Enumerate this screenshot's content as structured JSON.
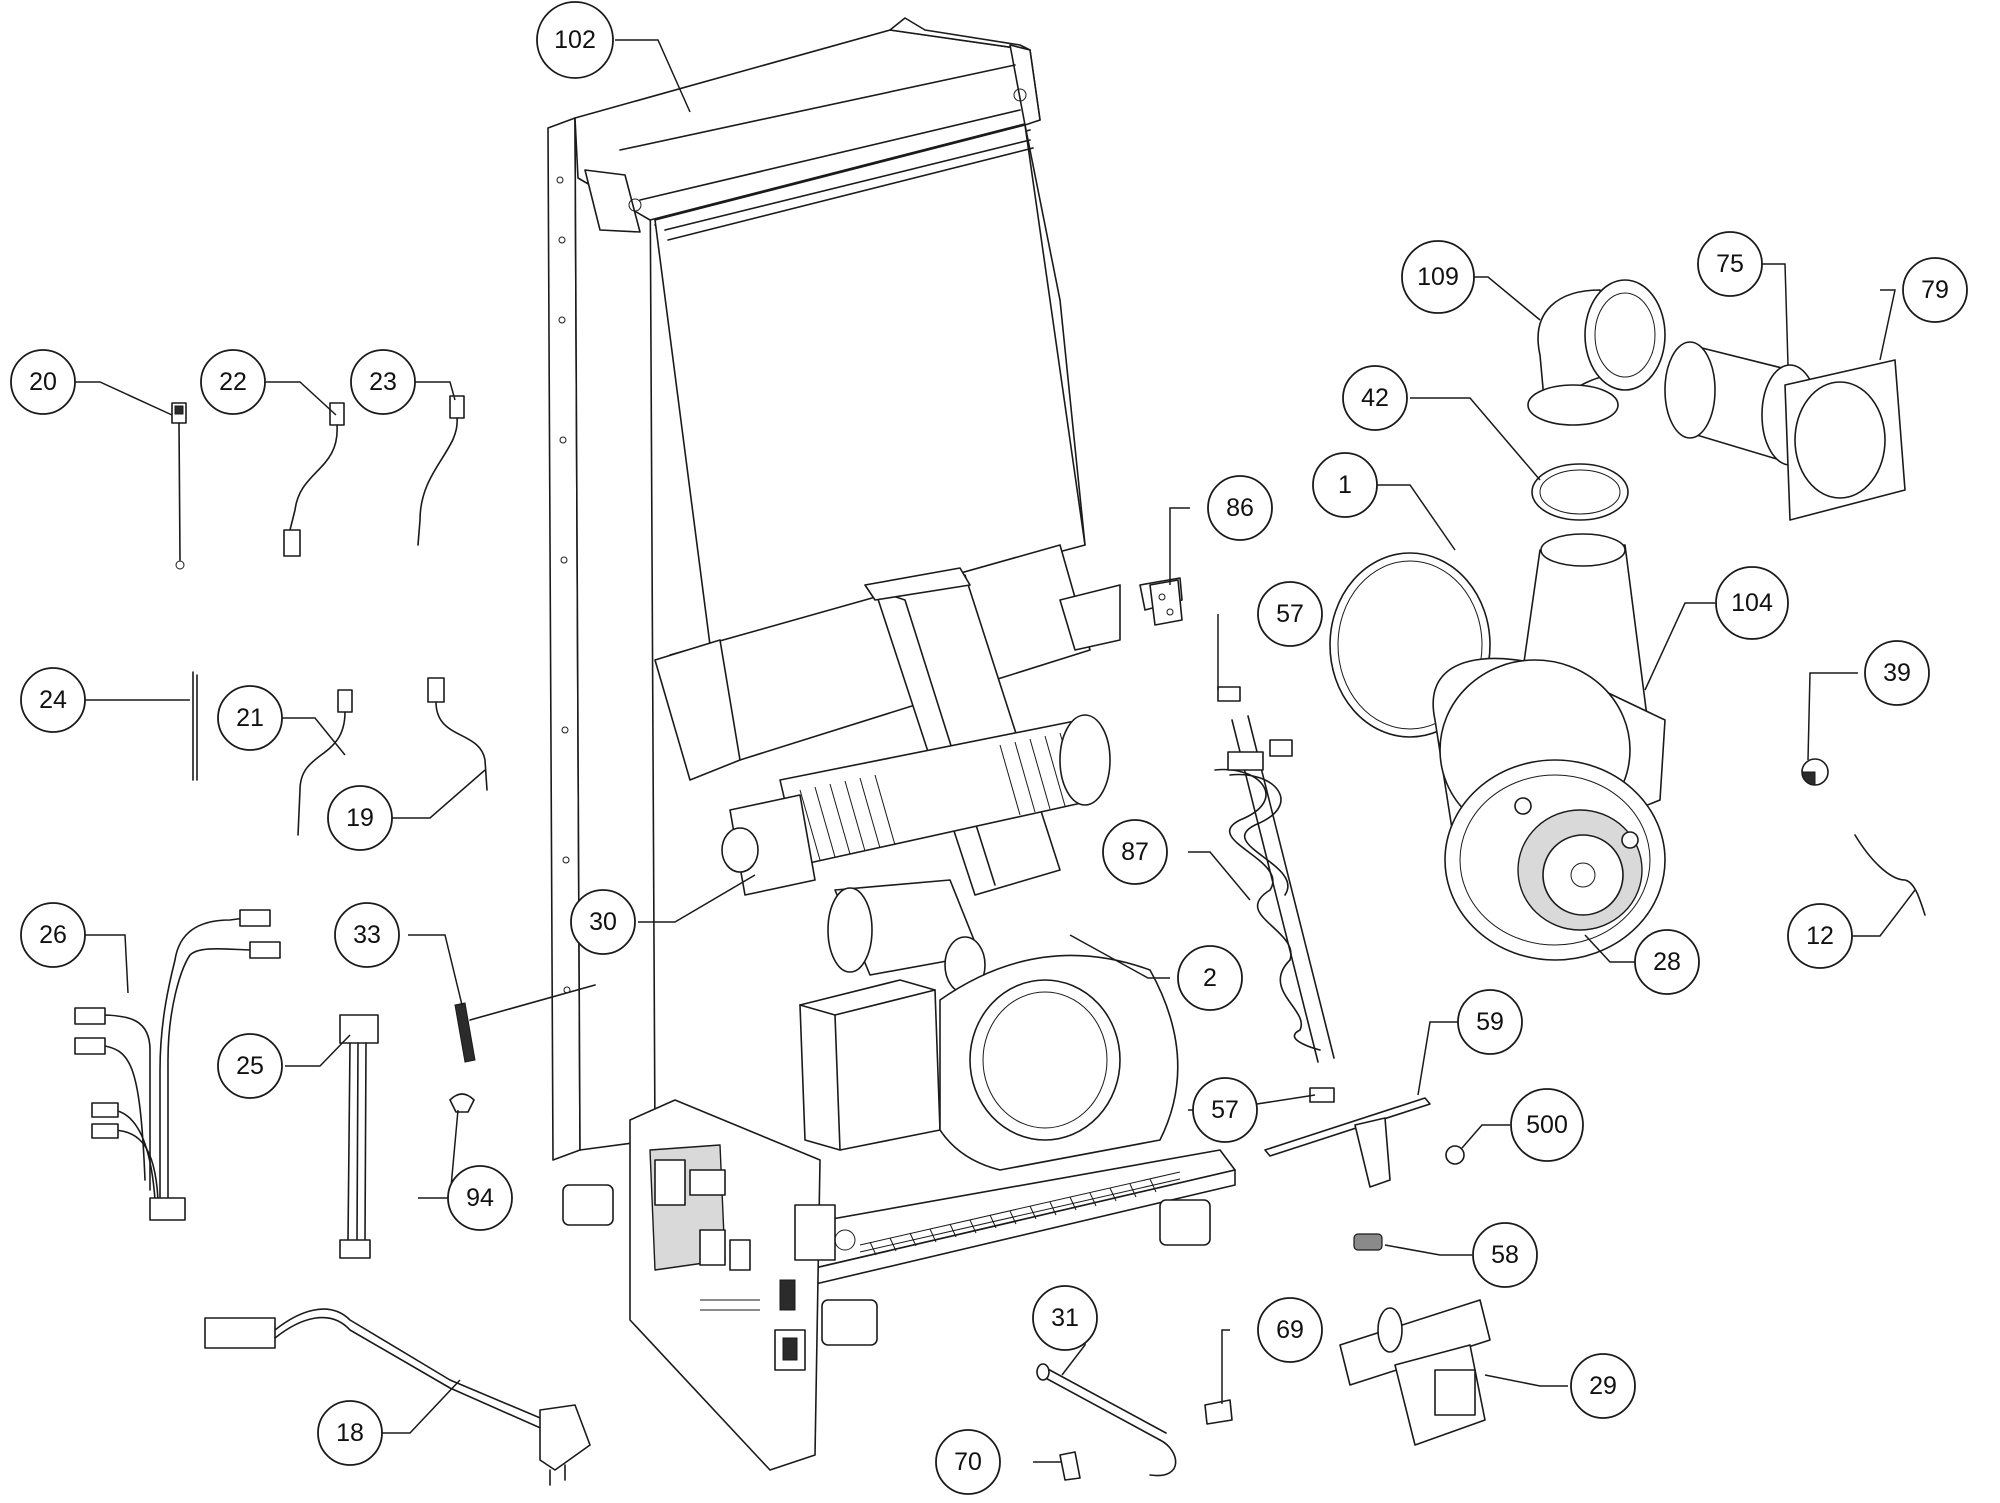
{
  "diagram": {
    "callouts": [
      {
        "id": "c102",
        "label": "102"
      },
      {
        "id": "c20",
        "label": "20"
      },
      {
        "id": "c22",
        "label": "22"
      },
      {
        "id": "c23",
        "label": "23"
      },
      {
        "id": "c24",
        "label": "24"
      },
      {
        "id": "c21",
        "label": "21"
      },
      {
        "id": "c19",
        "label": "19"
      },
      {
        "id": "c26",
        "label": "26"
      },
      {
        "id": "c25",
        "label": "25"
      },
      {
        "id": "c33",
        "label": "33"
      },
      {
        "id": "c94",
        "label": "94"
      },
      {
        "id": "c30",
        "label": "30"
      },
      {
        "id": "c18",
        "label": "18"
      },
      {
        "id": "c31",
        "label": "31"
      },
      {
        "id": "c70",
        "label": "70"
      },
      {
        "id": "c69",
        "label": "69"
      },
      {
        "id": "c2",
        "label": "2"
      },
      {
        "id": "c87",
        "label": "87"
      },
      {
        "id": "c57a",
        "label": "57"
      },
      {
        "id": "c57b",
        "label": "57"
      },
      {
        "id": "c86",
        "label": "86"
      },
      {
        "id": "c109",
        "label": "109"
      },
      {
        "id": "c75",
        "label": "75"
      },
      {
        "id": "c79",
        "label": "79"
      },
      {
        "id": "c42",
        "label": "42"
      },
      {
        "id": "c1",
        "label": "1"
      },
      {
        "id": "c104",
        "label": "104"
      },
      {
        "id": "c39",
        "label": "39"
      },
      {
        "id": "c12",
        "label": "12"
      },
      {
        "id": "c28",
        "label": "28"
      },
      {
        "id": "c59",
        "label": "59"
      },
      {
        "id": "c500",
        "label": "500"
      },
      {
        "id": "c58",
        "label": "58"
      },
      {
        "id": "c29",
        "label": "29"
      }
    ]
  }
}
